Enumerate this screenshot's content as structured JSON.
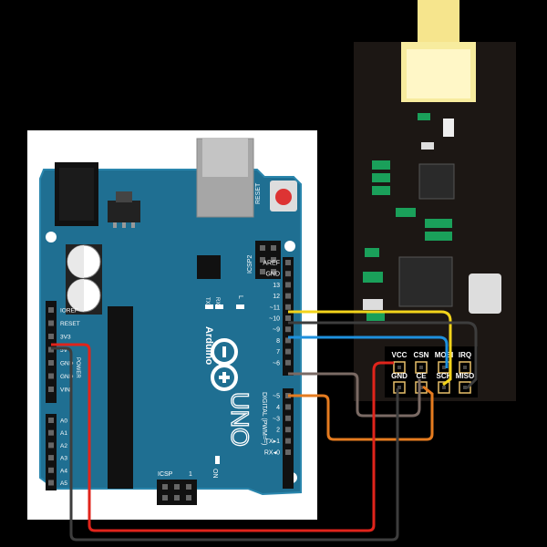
{
  "colors": {
    "background": "#000000",
    "paper": "#ffffff",
    "arduino_board": "#1f6f92",
    "arduino_board_edge": "#2a86ad",
    "module_board": "#1c1714",
    "wire_yellow": "#f3d41b",
    "wire_black": "#3d3d3d",
    "wire_blue": "#1e90dd",
    "wire_brown": "#7a6a64",
    "wire_orange": "#e57b1f",
    "wire_red": "#e0241b",
    "header_gold": "#e8c06b",
    "led_green": "#1aa05a"
  },
  "arduino": {
    "brand": "Arduino",
    "model": "UNO",
    "reset_label": "RESET",
    "icsp2_label": "ICSP2",
    "icsp_label": "ICSP",
    "icsp_pin1": "1",
    "tx_label": "TX",
    "rx_label": "RX",
    "l_label": "L",
    "on_label": "ON",
    "digital_label": "DIGITAL (PWM=~)",
    "digital_pins": [
      "AREF",
      "GND",
      "13",
      "12",
      "~11",
      "~10",
      "~9",
      "8",
      "7",
      "~6",
      "~5",
      "4",
      "~3",
      "2",
      "TX▸1",
      "RX◂0"
    ],
    "power_pins": [
      "IOREF",
      "RESET",
      "3V3",
      "5V",
      "GND",
      "GND",
      "VIN"
    ],
    "power_section_label": "POWER",
    "analog_pins": [
      "A0",
      "A1",
      "A2",
      "A3",
      "A4",
      "A5"
    ]
  },
  "module": {
    "pin_labels_top": [
      "VCC",
      "CSN",
      "MOSI",
      "IRQ"
    ],
    "pin_labels_bottom": [
      "GND",
      "CE",
      "SCK",
      "MISO"
    ]
  }
}
